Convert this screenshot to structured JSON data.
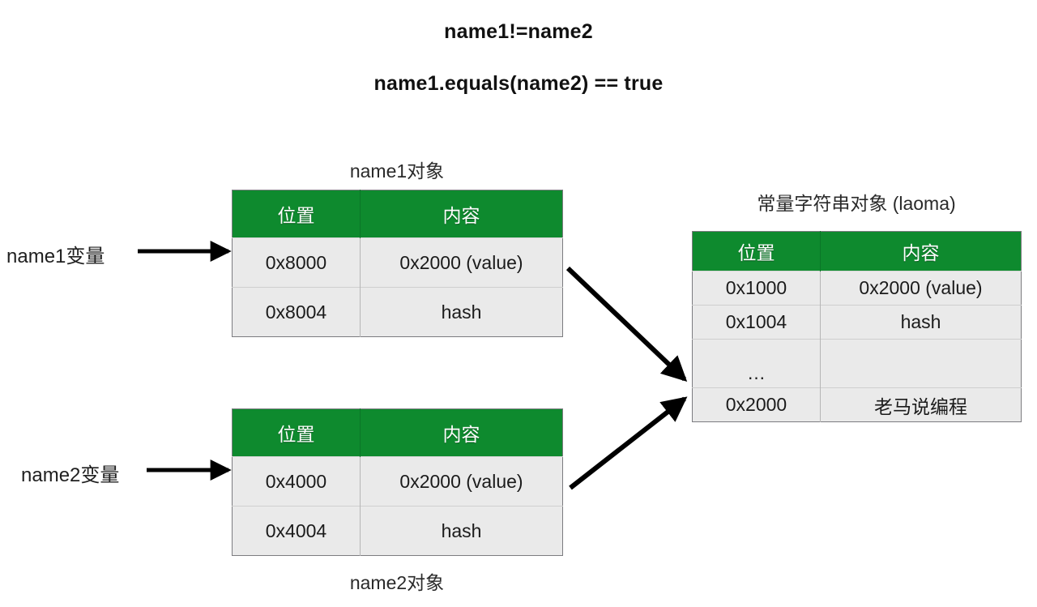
{
  "headline": {
    "line1": "name1!=name2",
    "line2": "name1.equals(name2) == true"
  },
  "colors": {
    "header_green": "#0e8a2e",
    "row_gray": "#eaeaea",
    "border_gray": "#7c7c80",
    "text": "#1a1a1a",
    "arrow": "#000000"
  },
  "variables": [
    {
      "name": "name1-variable",
      "label": "name1变量"
    },
    {
      "name": "name2-variable",
      "label": "name2变量"
    }
  ],
  "tables": {
    "name1_object": {
      "caption": "name1对象",
      "caption_position": "above",
      "headers": [
        "位置",
        "内容"
      ],
      "rows": [
        [
          "0x8000",
          "0x2000 (value)"
        ],
        [
          "0x8004",
          "hash"
        ]
      ]
    },
    "name2_object": {
      "caption": "name2对象",
      "caption_position": "below",
      "headers": [
        "位置",
        "内容"
      ],
      "rows": [
        [
          "0x4000",
          "0x2000 (value)"
        ],
        [
          "0x4004",
          "hash"
        ]
      ]
    },
    "constant_string_object": {
      "caption": "常量字符串对象 (laoma)",
      "caption_position": "above",
      "headers": [
        "位置",
        "内容"
      ],
      "rows": [
        [
          "0x1000",
          "0x2000 (value)"
        ],
        [
          "0x1004",
          "hash"
        ],
        [
          "…",
          ""
        ],
        [
          "0x2000",
          "老马说编程"
        ]
      ]
    }
  },
  "arrows": [
    {
      "name": "arrow-name1-variable-to-name1-object",
      "from": "name1变量",
      "to": "name1对象"
    },
    {
      "name": "arrow-name2-variable-to-name2-object",
      "from": "name2变量",
      "to": "name2对象"
    },
    {
      "name": "arrow-name1-object-to-constant",
      "from": "name1对象 0x2000 (value)",
      "to": "常量字符串对象 0x2000"
    },
    {
      "name": "arrow-name2-object-to-constant",
      "from": "name2对象 0x2000 (value)",
      "to": "常量字符串对象 0x2000"
    }
  ]
}
